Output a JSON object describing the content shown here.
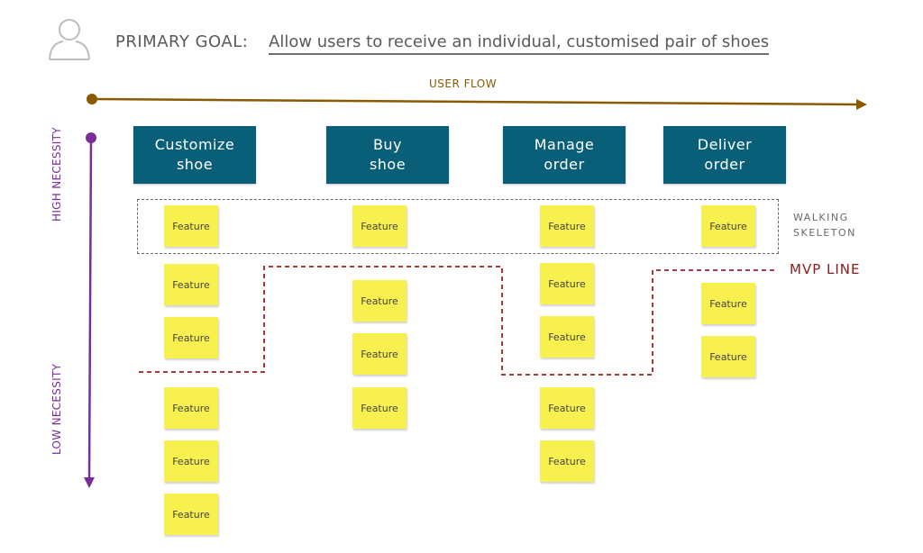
{
  "header": {
    "goal_label": "PRIMARY GOAL:",
    "goal_text": "Allow users to receive an individual, customised pair of shoes"
  },
  "axes": {
    "x_label": "USER FLOW",
    "y_high_label": "HIGH\nNECESSITY",
    "y_low_label": "LOW\nNECESSITY"
  },
  "activities": [
    "Customize\nshoe",
    "Buy\nshoe",
    "Manage\norder",
    "Deliver\norder"
  ],
  "walking_skeleton_label": "WALKING\nSKELETON",
  "mvp_label": "MVP LINE",
  "feature_label": "Feature",
  "colors": {
    "activity_bg": "#0a5f78",
    "sticky_note": "#f8f04e",
    "user_flow_axis": "#8a5a00",
    "necessity_axis": "#7b2c99",
    "mvp_line": "#8b1a1a"
  }
}
